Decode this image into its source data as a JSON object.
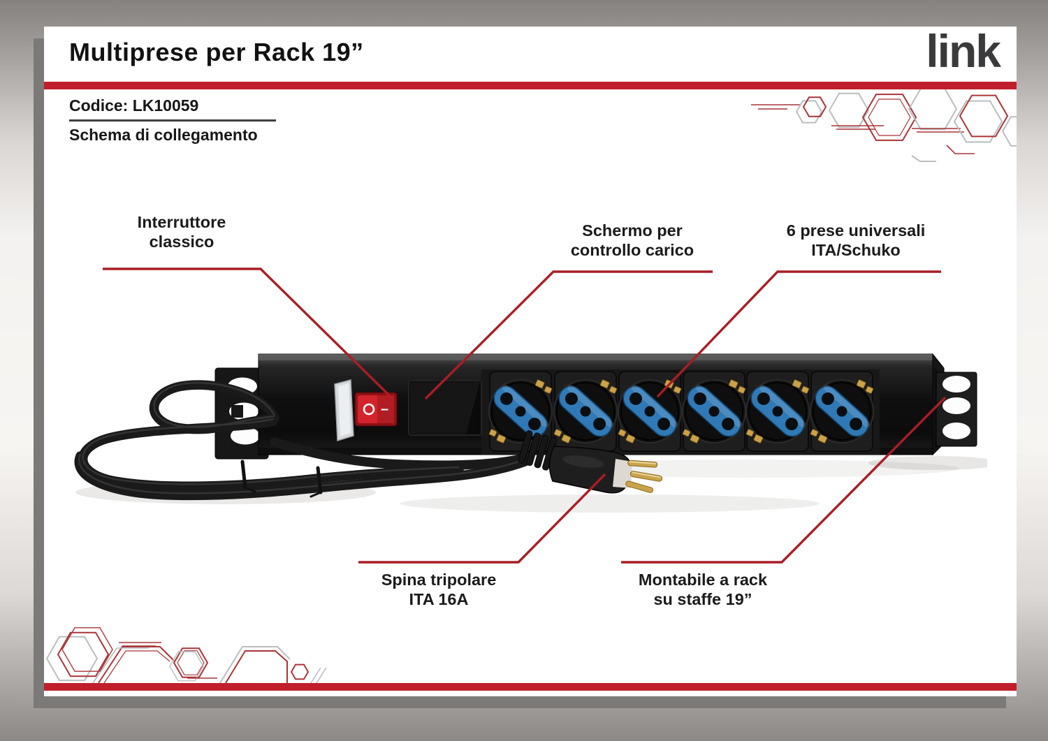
{
  "header": {
    "title": "Multiprese per Rack 19”",
    "logo_text": "link",
    "code": "Codice: LK10059",
    "subtitle": "Schema di collegamento"
  },
  "callouts": [
    {
      "name": "interruttore-classico",
      "line1": "Interruttore",
      "line2": "classico"
    },
    {
      "name": "schermo-controllo-carico",
      "line1": "Schermo per",
      "line2": "controllo carico"
    },
    {
      "name": "prese-universali",
      "line1": "6 prese universali",
      "line2": "ITA/Schuko"
    },
    {
      "name": "spina-tripolare",
      "line1": "Spina tripolare",
      "line2": "ITA 16A"
    },
    {
      "name": "montabile-rack",
      "line1": "Montabile a rack",
      "line2": "su staffe 19”"
    }
  ],
  "product_photo": {
    "switch_off_symbol": "O",
    "switch_on_symbol": "–"
  },
  "colors": {
    "accent_red": "#c01f2b",
    "callout_red": "#a81e25",
    "hexagon_red": "#a93438",
    "hexagon_gray": "#b9bdc0",
    "logo_gray": "#3a3a3c",
    "socket_blue": "#2f79b6",
    "pin_gold": "#c9a24a",
    "switch_red": "#d3242b",
    "page_background": "#ffffff"
  }
}
